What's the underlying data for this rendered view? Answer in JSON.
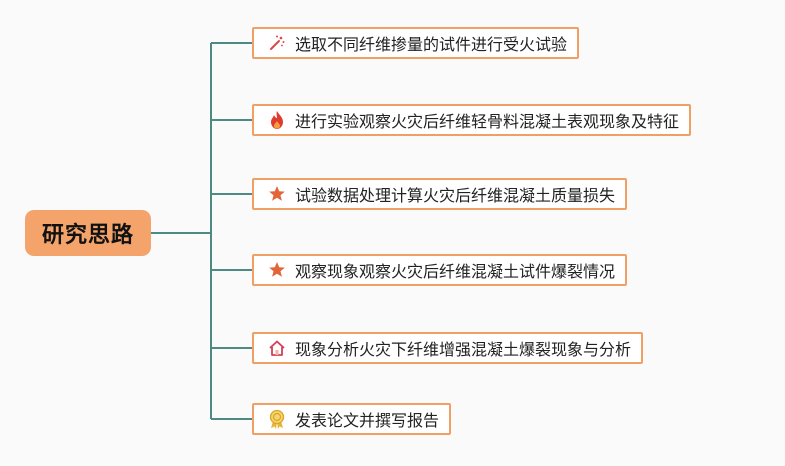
{
  "root": {
    "label": "研究思路"
  },
  "branches": [
    {
      "label": "选取不同纤维掺量的试件进行受火试验",
      "icon": "magic-wand-icon"
    },
    {
      "label": "进行实验观察火灾后纤维轻骨料混凝土表观现象及特征",
      "icon": "fire-icon"
    },
    {
      "label": "试验数据处理计算火灾后纤维混凝土质量损失",
      "icon": "star-icon"
    },
    {
      "label": "观察现象观察火灾后纤维混凝土试件爆裂情况",
      "icon": "star-icon"
    },
    {
      "label": "现象分析火灾下纤维增强混凝土爆裂现象与分析",
      "icon": "home-icon"
    },
    {
      "label": "发表论文并撰写报告",
      "icon": "medal-icon"
    }
  ],
  "colors": {
    "root_fill": "#f4a46a",
    "node_border": "#f0a064",
    "connector": "#4e8a84"
  }
}
